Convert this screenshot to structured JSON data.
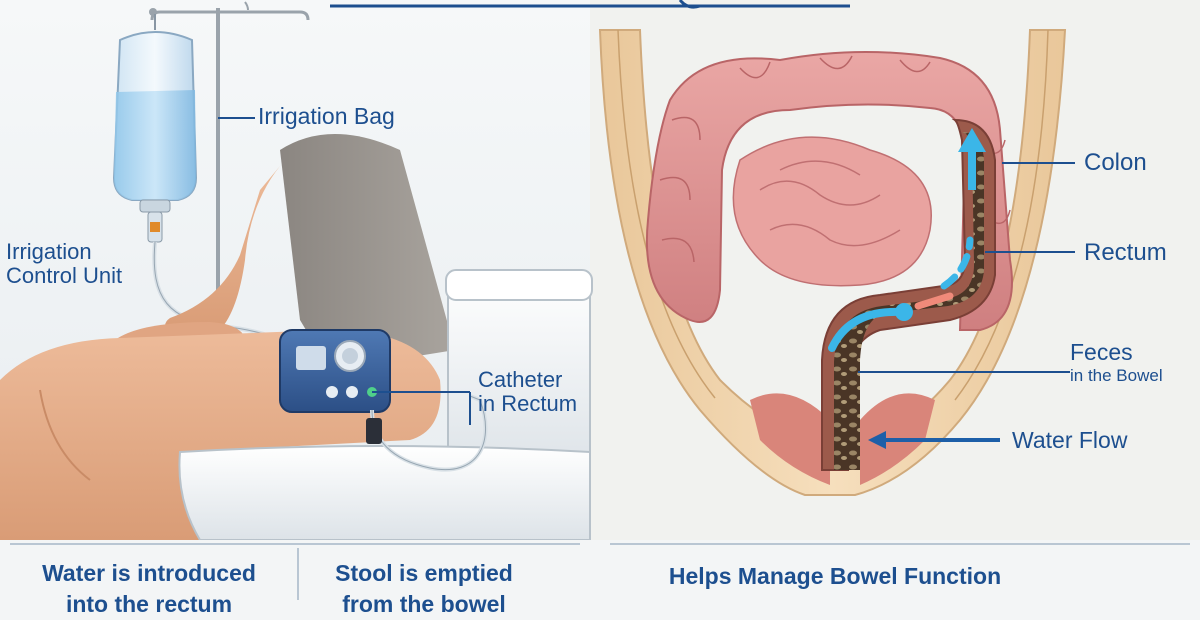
{
  "left_panel": {
    "label_irrigation_bag": "Irrigation Bag",
    "label_control_unit_line1": "Irrigation",
    "label_control_unit_line2": "Control Unit",
    "label_catheter_line1": "Catheter",
    "label_catheter_line2": "in Rectum"
  },
  "right_panel": {
    "label_colon": "Colon",
    "label_rectum": "Rectum",
    "label_feces_line1": "Feces",
    "label_feces_line2": "in the Bowel",
    "label_water_flow": "Water Flow"
  },
  "captions": {
    "caption_1_line1": "Water is introduced",
    "caption_1_line2": "into the rectum",
    "caption_2_line1": "Stool is emptied",
    "caption_2_line2": "from the bowel",
    "caption_3": "Helps Manage Bowel Function"
  },
  "colors": {
    "label_blue": "#1d4f8f",
    "water_arrow": "#3bb6e8",
    "colon_pink": "#e39a98",
    "skin": "#e7b08d"
  }
}
